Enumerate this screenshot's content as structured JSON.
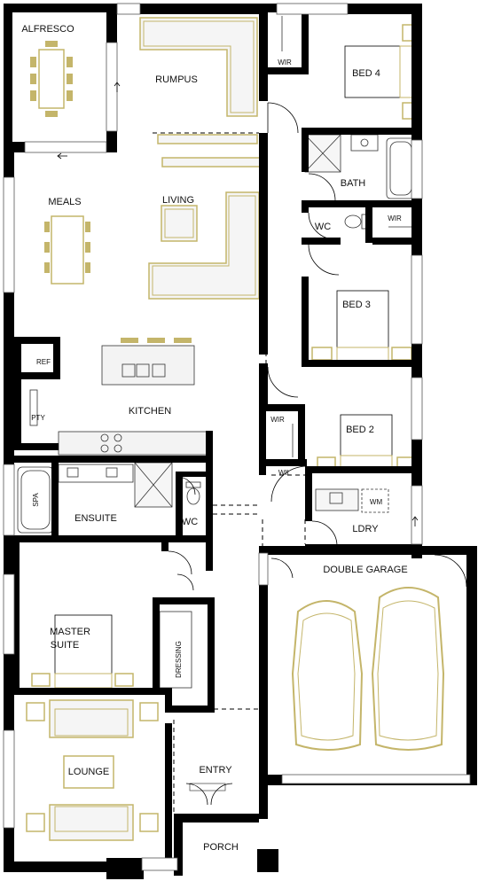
{
  "plan": {
    "accent_color": "#c4b56a",
    "wall_color": "#000000",
    "rooms": {
      "alfresco": "ALFRESCO",
      "rumpus": "RUMPUS",
      "bed4": "BED 4",
      "wir_bed4": "WIR",
      "bath": "BATH",
      "meals": "MEALS",
      "living": "LIVING",
      "wc_upper": "WC",
      "wir_bed3": "WIR",
      "bed3": "BED 3",
      "ref": "REF",
      "pty": "PTY",
      "kitchen": "KITCHEN",
      "wir_bed2": "WIR",
      "bed2": "BED 2",
      "wil": "WIL",
      "spa": "SPA",
      "ensuite": "ENSUITE",
      "wc_lower": "WC",
      "wm": "WM",
      "ldry": "LDRY",
      "double_garage": "DOUBLE GARAGE",
      "master_suite_line1": "MASTER",
      "master_suite_line2": "SUITE",
      "dressing": "DRESSING",
      "lounge": "LOUNGE",
      "entry": "ENTRY",
      "porch": "PORCH"
    }
  }
}
